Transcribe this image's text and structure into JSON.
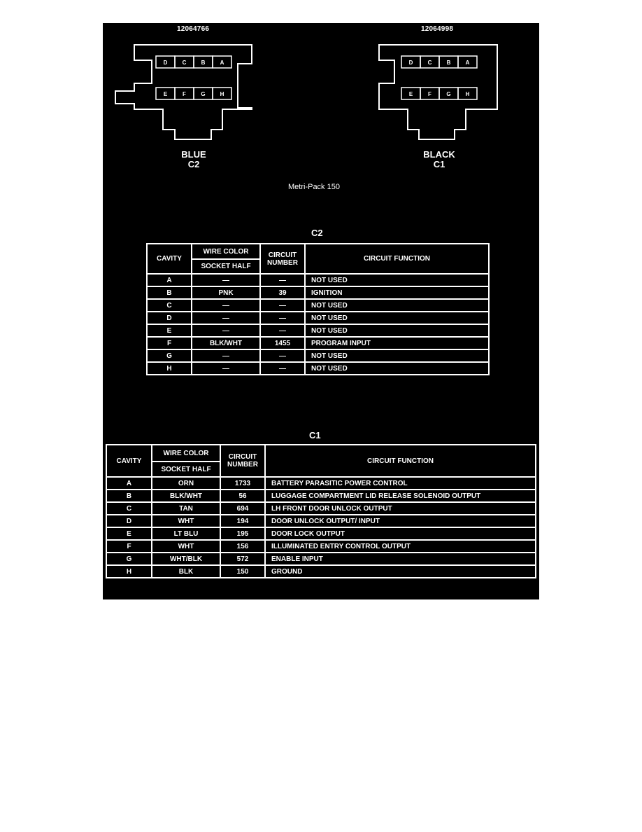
{
  "connectors": {
    "left": {
      "part_number": "12064766",
      "color": "BLUE",
      "name": "C2",
      "cavities_top": [
        "D",
        "C",
        "B",
        "A"
      ],
      "cavities_bottom": [
        "E",
        "F",
        "G",
        "H"
      ]
    },
    "right": {
      "part_number": "12064998",
      "color": "BLACK",
      "name": "C1",
      "cavities_top": [
        "D",
        "C",
        "B",
        "A"
      ],
      "cavities_bottom": [
        "E",
        "F",
        "G",
        "H"
      ]
    },
    "family": "Metri-Pack 150"
  },
  "headers": {
    "cavity": "CAVITY",
    "wire_color": "WIRE COLOR",
    "socket_half": "SOCKET HALF",
    "circuit_number_1": "CIRCUIT",
    "circuit_number_2": "NUMBER",
    "circuit_function": "CIRCUIT FUNCTION"
  },
  "tables": {
    "c2": {
      "title": "C2",
      "rows": [
        {
          "cavity": "A",
          "wire": "—",
          "circuit": "—",
          "function": "NOT USED"
        },
        {
          "cavity": "B",
          "wire": "PNK",
          "circuit": "39",
          "function": "IGNITION"
        },
        {
          "cavity": "C",
          "wire": "—",
          "circuit": "—",
          "function": "NOT USED"
        },
        {
          "cavity": "D",
          "wire": "—",
          "circuit": "—",
          "function": "NOT USED"
        },
        {
          "cavity": "E",
          "wire": "—",
          "circuit": "—",
          "function": "NOT USED"
        },
        {
          "cavity": "F",
          "wire": "BLK/WHT",
          "circuit": "1455",
          "function": "PROGRAM INPUT"
        },
        {
          "cavity": "G",
          "wire": "—",
          "circuit": "—",
          "function": "NOT USED"
        },
        {
          "cavity": "H",
          "wire": "—",
          "circuit": "—",
          "function": "NOT USED"
        }
      ]
    },
    "c1": {
      "title": "C1",
      "rows": [
        {
          "cavity": "A",
          "wire": "ORN",
          "circuit": "1733",
          "function": "BATTERY PARASITIC POWER CONTROL"
        },
        {
          "cavity": "B",
          "wire": "BLK/WHT",
          "circuit": "56",
          "function": "LUGGAGE COMPARTMENT LID RELEASE SOLENOID OUTPUT"
        },
        {
          "cavity": "C",
          "wire": "TAN",
          "circuit": "694",
          "function": "LH FRONT DOOR UNLOCK OUTPUT"
        },
        {
          "cavity": "D",
          "wire": "WHT",
          "circuit": "194",
          "function": "DOOR UNLOCK OUTPUT/ INPUT"
        },
        {
          "cavity": "E",
          "wire": "LT BLU",
          "circuit": "195",
          "function": "DOOR LOCK OUTPUT"
        },
        {
          "cavity": "F",
          "wire": "WHT",
          "circuit": "156",
          "function": "ILLUMINATED ENTRY CONTROL OUTPUT"
        },
        {
          "cavity": "G",
          "wire": "WHT/BLK",
          "circuit": "572",
          "function": "ENABLE INPUT"
        },
        {
          "cavity": "H",
          "wire": "BLK",
          "circuit": "150",
          "function": "GROUND"
        }
      ]
    }
  },
  "colors": {
    "background": "#000000",
    "foreground": "#ffffff",
    "page": "#ffffff"
  }
}
